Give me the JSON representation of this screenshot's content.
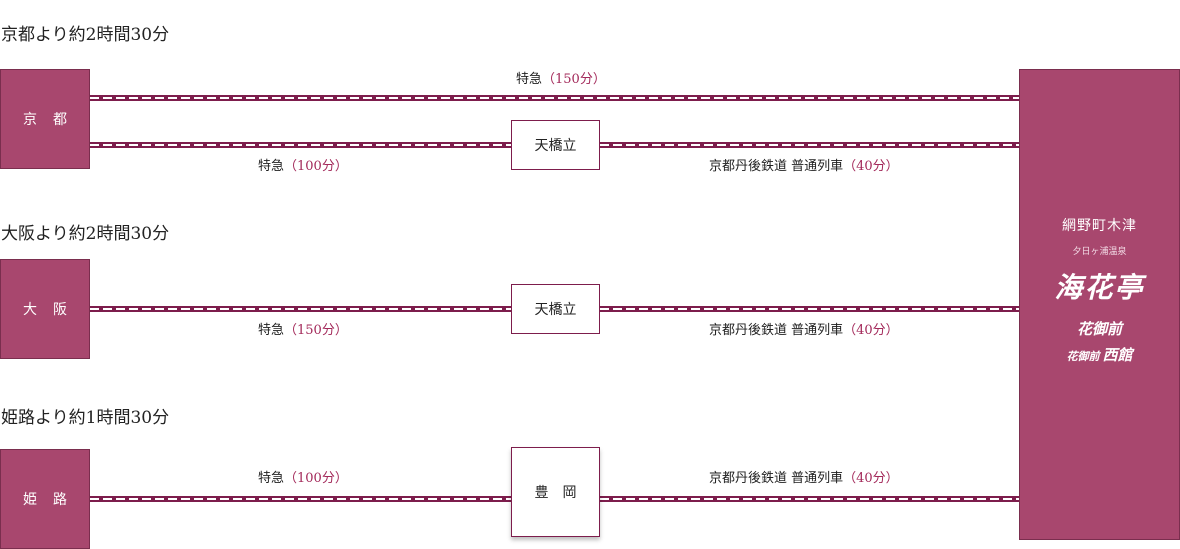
{
  "routes": [
    {
      "heading": "京都より約2時間30分",
      "origin": "京都",
      "upper_label": {
        "name": "特急",
        "time": "（150分）"
      },
      "lower_left_label": {
        "name": "特急",
        "time": "（100分）"
      },
      "station": "天橋立",
      "lower_right_label": {
        "name": "京都丹後鉄道 普通列車",
        "time": "（40分）"
      }
    },
    {
      "heading": "大阪より約2時間30分",
      "origin": "大阪",
      "lower_left_label": {
        "name": "特急",
        "time": "（150分）"
      },
      "station": "天橋立",
      "lower_right_label": {
        "name": "京都丹後鉄道 普通列車",
        "time": "（40分）"
      }
    },
    {
      "heading": "姫路より約1時間30分",
      "origin": "姫路",
      "upper_left_label": {
        "name": "特急",
        "time": "（100分）"
      },
      "station": "豊岡",
      "upper_right_label": {
        "name": "京都丹後鉄道 普通列車",
        "time": "（40分）"
      }
    }
  ],
  "destination": {
    "area": "網野町木津",
    "onsen": "夕日ヶ浦温泉",
    "inn_main": "海花亭",
    "inn_second": "花御前",
    "inn_third_prefix": "花御前",
    "inn_third": "西館"
  },
  "colors": {
    "box": "#a8476e",
    "track": "#7d1d4c",
    "minutes": "#a3295a"
  }
}
